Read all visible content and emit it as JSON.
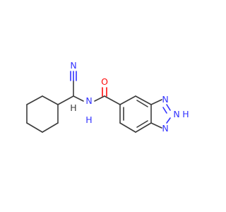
{
  "molecule": {
    "colors": {
      "carbon": "#3c3c3c",
      "nitrogen": "#3333ff",
      "oxygen": "#ff0d0d"
    },
    "labels": {
      "cyano_n": "N",
      "alpha_h": "H",
      "amide_nh": "N",
      "amide_nh_h": "H",
      "carbonyl_o": "O",
      "triazole_n1": "N",
      "triazole_n2": "N",
      "triazole_n3": "N",
      "triazole_nh_h": "H"
    }
  }
}
